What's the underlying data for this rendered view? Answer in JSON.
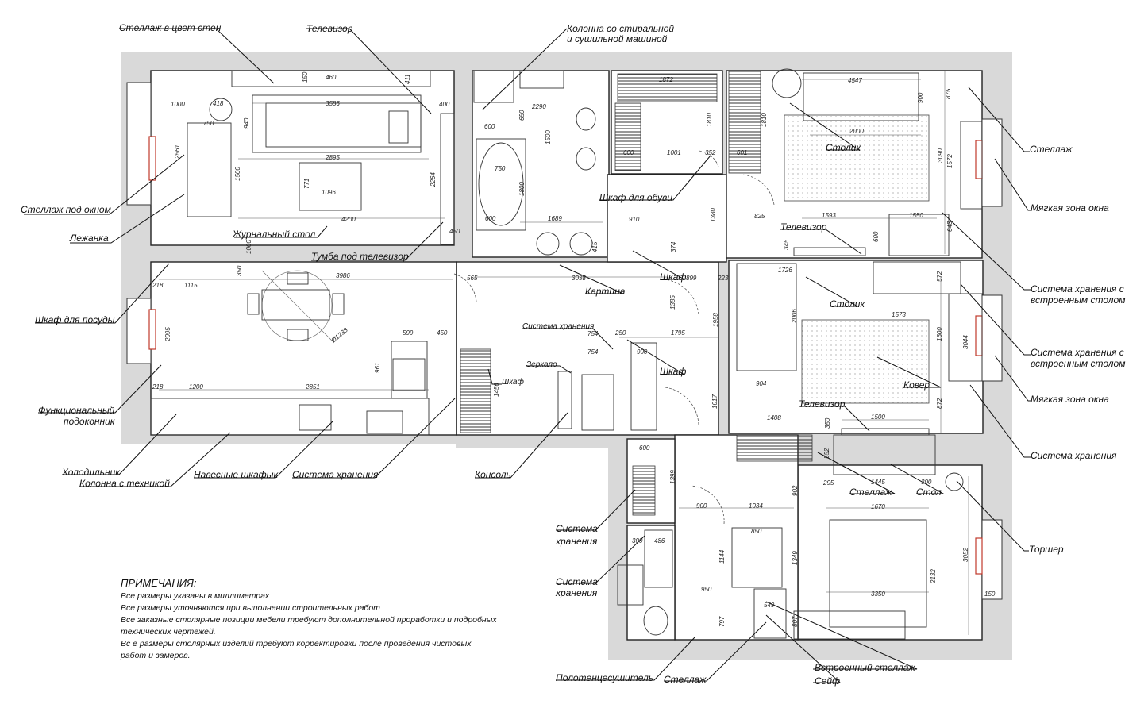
{
  "labels": {
    "shelf_wall_color": "Стеллаж в цвет стен",
    "tv_top": "Телевизор",
    "column_washer_1": "Колонна со стиральной",
    "column_washer_2": "и сушильной машиной",
    "shelf_under_window": "Стеллаж под окном",
    "daybed": "Лежанка",
    "coffee_table": "Журнальный стол",
    "tv_stand": "Тумба под телевизор",
    "dish_cabinet": "Шкаф для посуды",
    "functional_sill_1": "Функциональный",
    "functional_sill_2": "подоконник",
    "fridge": "Холодильник",
    "appliance_column": "Колонна с техникой",
    "wall_cabinets": "Навесные шкафык",
    "storage_system_kitchen": "Система хранения",
    "console": "Консоль",
    "mirror": "Зеркало",
    "wardrobe_hall": "Шкаф",
    "storage_system_hall": "Система хранения",
    "picture": "Картина",
    "wardrobe_mid": "Шкаф",
    "wardrobe_corridor": "Шкаф",
    "shoe_cabinet": "Шкаф для обуви",
    "side_table_1": "Столик",
    "shelving_right": "Стеллаж",
    "soft_window_1": "Мягкая зона окна",
    "tv_bedroom1": "Телевизор",
    "storage_desk_1a": "Система хранения с",
    "storage_desk_1b": "встроенным столом",
    "side_table_2": "Столик",
    "storage_desk_2a": "Система хранения с",
    "storage_desk_2b": "встроенным столом",
    "carpet": "Ковер",
    "soft_window_2": "Мягкая зона окна",
    "tv_bedroom2": "Телевизор",
    "storage_system_right": "Система хранения",
    "shelving_mid": "Стеллаж",
    "desk": "Стол",
    "floor_lamp": "Торшер",
    "storage_bath_1a": "Система",
    "storage_bath_1b": "хранения",
    "storage_bath_2a": "Система",
    "storage_bath_2b": "хранения",
    "towel_dryer": "Полотенцесушитель",
    "shelving_bath": "Стеллаж",
    "builtin_shelving": "Встроенный стеллаж",
    "safe": "Сейф"
  },
  "dims": {
    "d150": "150",
    "d460": "460",
    "d411": "411",
    "d1000": "1000",
    "d418": "418",
    "d3586": "3586",
    "d750": "750",
    "d940": "940",
    "d2561": "2561",
    "d2895": "2895",
    "d1500": "1500",
    "d771": "771",
    "d1096": "1096",
    "d4200": "4200",
    "d2264": "2264",
    "d450a": "450",
    "d400": "400",
    "d600a": "600",
    "d650": "650",
    "d2290": "2290",
    "d1500b": "1500",
    "d750b": "750",
    "d1800": "1800",
    "d600b": "600",
    "d1689": "1689",
    "d415": "415",
    "d1872": "1872",
    "d1810a": "1810",
    "d1810b": "1810",
    "d600c": "600",
    "d1001": "1001",
    "d352": "352",
    "d601": "601",
    "d910": "910",
    "d1380": "1380",
    "d374": "374",
    "d4547": "4547",
    "d900": "900",
    "d875": "875",
    "d2000": "2000",
    "d3090": "3090",
    "d1572": "1572",
    "d825": "825",
    "d1593": "1593",
    "d1550": "1550",
    "d600d": "600",
    "d643": "643",
    "d345": "345",
    "d350": "350",
    "d1000b": "1000",
    "d218a": "218",
    "d1115": "1115",
    "d3986": "3986",
    "d565": "565",
    "d3038": "3038",
    "d899": "899",
    "d223": "223",
    "d1726": "1726",
    "d572": "572",
    "d1385": "1385",
    "d1795": "1795",
    "d1958": "1958",
    "d2006": "2006",
    "d1573": "1573",
    "d1600": "1600",
    "d3044": "3044",
    "d2095": "2095",
    "d599": "599",
    "d450b": "450",
    "d754a": "754",
    "d250": "250",
    "d754b": "754",
    "d900b": "900",
    "d961": "961",
    "d1456": "1456",
    "d218b": "218",
    "d1200": "1200",
    "d2851": "2851",
    "d1017": "1017",
    "d904": "904",
    "d872": "872",
    "d1408": "1408",
    "d1500c": "1500",
    "d350b": "350",
    "d552": "552",
    "d295": "295",
    "d1445": "1445",
    "d300": "300",
    "d600e": "600",
    "d1399": "1399",
    "d900c": "900",
    "d1034": "1034",
    "d902": "902",
    "d1670": "1670",
    "d850": "850",
    "d1349": "1349",
    "d3052": "3052",
    "d300b": "300",
    "d486": "486",
    "d1144": "1144",
    "d2132": "2132",
    "d950": "950",
    "d3350": "3350",
    "d150b": "150",
    "d549": "549",
    "d797": "797",
    "d807": "807",
    "d1238": "Ø1238"
  },
  "notes": {
    "title": "ПРИМЕЧАНИЯ:",
    "lines": [
      "Все размеры указаны в миллиметрах",
      "Все размеры уточняются при выполнении строительных  работ",
      "Все заказные столярные позиции мебели требуют дополнительной проработки и подробных",
      "технических чертежей.",
      "Вс е размеры столярных изделий требуют корректировки после проведения чистовых",
      "работ и замеров."
    ]
  }
}
